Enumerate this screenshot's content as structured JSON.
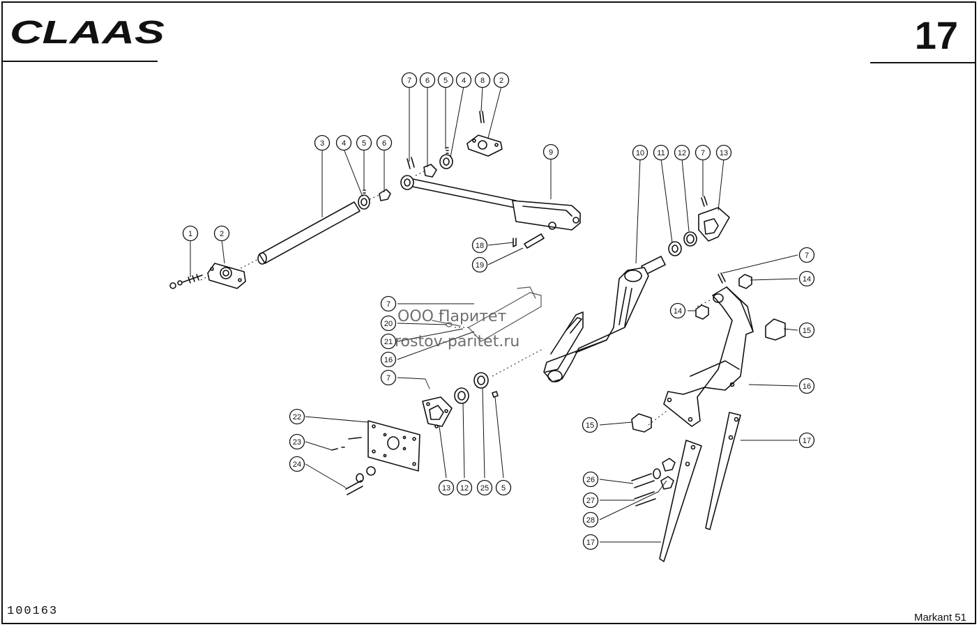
{
  "header": {
    "brand": "CLAAS",
    "page_number": "17"
  },
  "footer": {
    "drawing_number": "100163",
    "model": "Markant 51"
  },
  "watermark": {
    "line1": "ООО Паритет",
    "line2": "rostov-paritet.ru"
  },
  "callouts": [
    {
      "id": "c-7a",
      "label": "7"
    },
    {
      "id": "c-6a",
      "label": "6"
    },
    {
      "id": "c-5a",
      "label": "5"
    },
    {
      "id": "c-4a",
      "label": "4"
    },
    {
      "id": "c-8",
      "label": "8"
    },
    {
      "id": "c-2a",
      "label": "2"
    },
    {
      "id": "c-3",
      "label": "3"
    },
    {
      "id": "c-4b",
      "label": "4"
    },
    {
      "id": "c-5b",
      "label": "5"
    },
    {
      "id": "c-6b",
      "label": "6"
    },
    {
      "id": "c-9",
      "label": "9"
    },
    {
      "id": "c-10",
      "label": "10"
    },
    {
      "id": "c-11",
      "label": "11"
    },
    {
      "id": "c-12a",
      "label": "12"
    },
    {
      "id": "c-7b",
      "label": "7"
    },
    {
      "id": "c-13a",
      "label": "13"
    },
    {
      "id": "c-1",
      "label": "1"
    },
    {
      "id": "c-2b",
      "label": "2"
    },
    {
      "id": "c-18",
      "label": "18"
    },
    {
      "id": "c-19",
      "label": "19"
    },
    {
      "id": "c-7c",
      "label": "7"
    },
    {
      "id": "c-14a",
      "label": "14"
    },
    {
      "id": "c-14b",
      "label": "14"
    },
    {
      "id": "c-15a",
      "label": "15"
    },
    {
      "id": "c-7d",
      "label": "7"
    },
    {
      "id": "c-20",
      "label": "20"
    },
    {
      "id": "c-21",
      "label": "21"
    },
    {
      "id": "c-16a",
      "label": "16"
    },
    {
      "id": "c-7e",
      "label": "7"
    },
    {
      "id": "c-16b",
      "label": "16"
    },
    {
      "id": "c-22",
      "label": "22"
    },
    {
      "id": "c-15b",
      "label": "15"
    },
    {
      "id": "c-17a",
      "label": "17"
    },
    {
      "id": "c-23",
      "label": "23"
    },
    {
      "id": "c-24",
      "label": "24"
    },
    {
      "id": "c-13b",
      "label": "13"
    },
    {
      "id": "c-12b",
      "label": "12"
    },
    {
      "id": "c-25",
      "label": "25"
    },
    {
      "id": "c-5c",
      "label": "5"
    },
    {
      "id": "c-26",
      "label": "26"
    },
    {
      "id": "c-27",
      "label": "27"
    },
    {
      "id": "c-28",
      "label": "28"
    },
    {
      "id": "c-17b",
      "label": "17"
    }
  ]
}
